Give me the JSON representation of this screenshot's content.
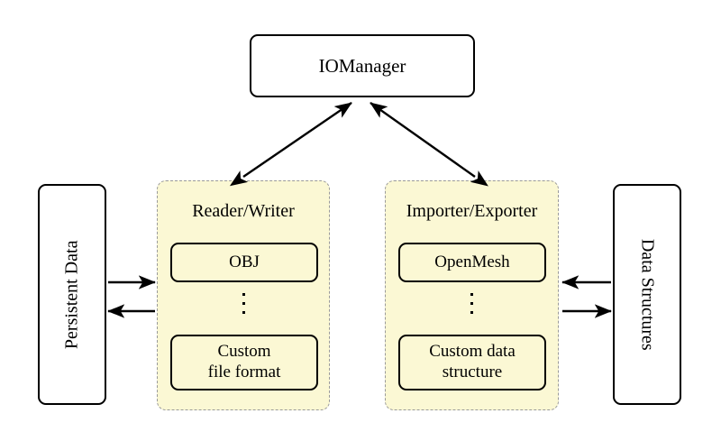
{
  "diagram": {
    "title_node": {
      "label": "IOManager"
    },
    "left_store": {
      "label": "Persistent Data",
      "orientation": "rotated-ccw"
    },
    "right_store": {
      "label": "Data Structures",
      "orientation": "rotated-cw"
    },
    "panels": [
      {
        "id": "reader-writer",
        "title": "Reader/Writer",
        "items": [
          {
            "label": "OBJ"
          },
          {
            "label": "⋮"
          },
          {
            "label": "Custom\nfile format",
            "line1": "Custom",
            "line2": "file format"
          }
        ]
      },
      {
        "id": "importer-exporter",
        "title": "Importer/Exporter",
        "items": [
          {
            "label": "OpenMesh"
          },
          {
            "label": "⋮"
          },
          {
            "label": "Custom data\nstructure",
            "line1": "Custom data",
            "line2": "structure"
          }
        ]
      }
    ],
    "connections": [
      {
        "name": "iomanager-readerwriter",
        "from": "IOManager",
        "to": "Reader/Writer",
        "style": "double-headed-diagonal"
      },
      {
        "name": "iomanager-importerexporter",
        "from": "IOManager",
        "to": "Importer/Exporter",
        "style": "double-headed-diagonal"
      },
      {
        "name": "persistentdata-to-readerwriter",
        "from": "Persistent Data",
        "to": "Reader/Writer",
        "style": "single-headed-right"
      },
      {
        "name": "readerwriter-to-persistentdata",
        "from": "Reader/Writer",
        "to": "Persistent Data",
        "style": "single-headed-left"
      },
      {
        "name": "datastructures-to-importerexporter",
        "from": "Data Structures",
        "to": "Importer/Exporter",
        "style": "single-headed-left"
      },
      {
        "name": "importerexporter-to-datastructures",
        "from": "Importer/Exporter",
        "to": "Data Structures",
        "style": "single-headed-right"
      }
    ],
    "colors": {
      "panel_fill": "#fbf8d4",
      "panel_border": "#9a9a9a",
      "node_border": "#000000",
      "node_fill": "#ffffff",
      "background": "#ffffff",
      "stroke": "#000000"
    }
  }
}
